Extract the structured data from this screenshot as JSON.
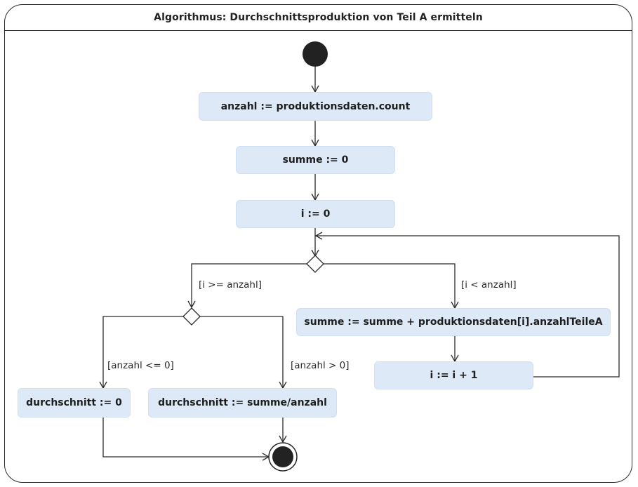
{
  "diagram": {
    "title": "Algorithmus: Durchschnittsproduktion von Teil A ermitteln",
    "actions": {
      "anzahl": "anzahl := produktionsdaten.count",
      "summe_init": "summe := 0",
      "i_init": "i := 0",
      "summe_add": "summe := summe + produktionsdaten[i].anzahlTeileA",
      "i_inc": "i := i + 1",
      "durchschnitt_zero": "durchschnitt := 0",
      "durchschnitt_calc": "durchschnitt := summe/anzahl"
    },
    "guards": {
      "i_ge_anzahl": "[i >= anzahl]",
      "i_lt_anzahl": "[i < anzahl]",
      "anzahl_le_0": "[anzahl <= 0]",
      "anzahl_gt_0": "[anzahl > 0]"
    }
  }
}
